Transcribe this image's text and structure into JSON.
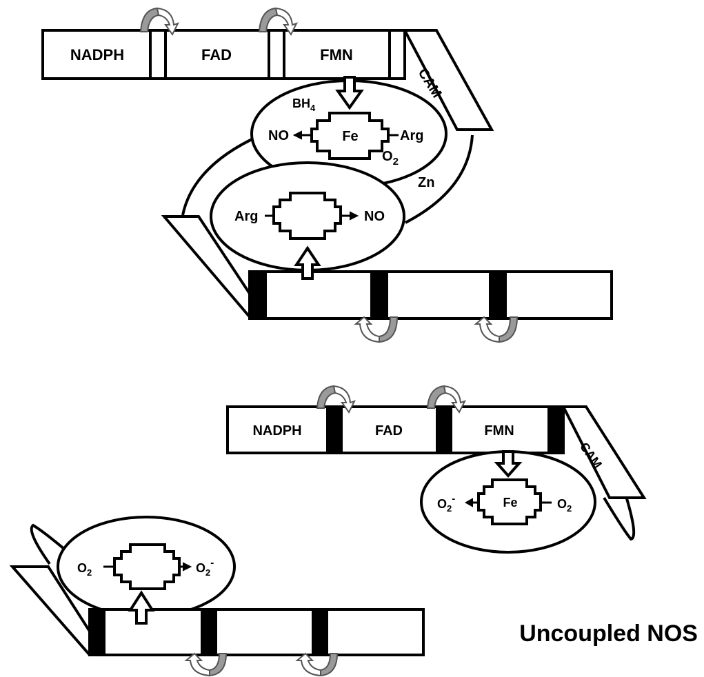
{
  "coupled": {
    "domains": {
      "nadph": "NADPH",
      "fad": "FAD",
      "fmn": "FMN",
      "cam": "CAM"
    },
    "top_heme": {
      "bh4": "BH",
      "bh4_sub": "4",
      "no": "NO",
      "fe": "Fe",
      "arg": "Arg",
      "o2": "O",
      "o2_sub": "2"
    },
    "zinc": "Zn",
    "bottom_heme": {
      "arg": "Arg",
      "no": "NO"
    }
  },
  "uncoupled": {
    "domains": {
      "nadph": "NADPH",
      "fad": "FAD",
      "fmn": "FMN",
      "cam": "CAM"
    },
    "upper_heme": {
      "product": "O",
      "product_sub": "2",
      "product_sup": "-",
      "fe": "Fe",
      "substrate": "O",
      "substrate_sub": "2"
    },
    "lower_heme": {
      "substrate": "O",
      "substrate_sub": "2",
      "product": "O",
      "product_sub": "2",
      "product_sup": "-"
    }
  },
  "caption": "Uncoupled NOS"
}
